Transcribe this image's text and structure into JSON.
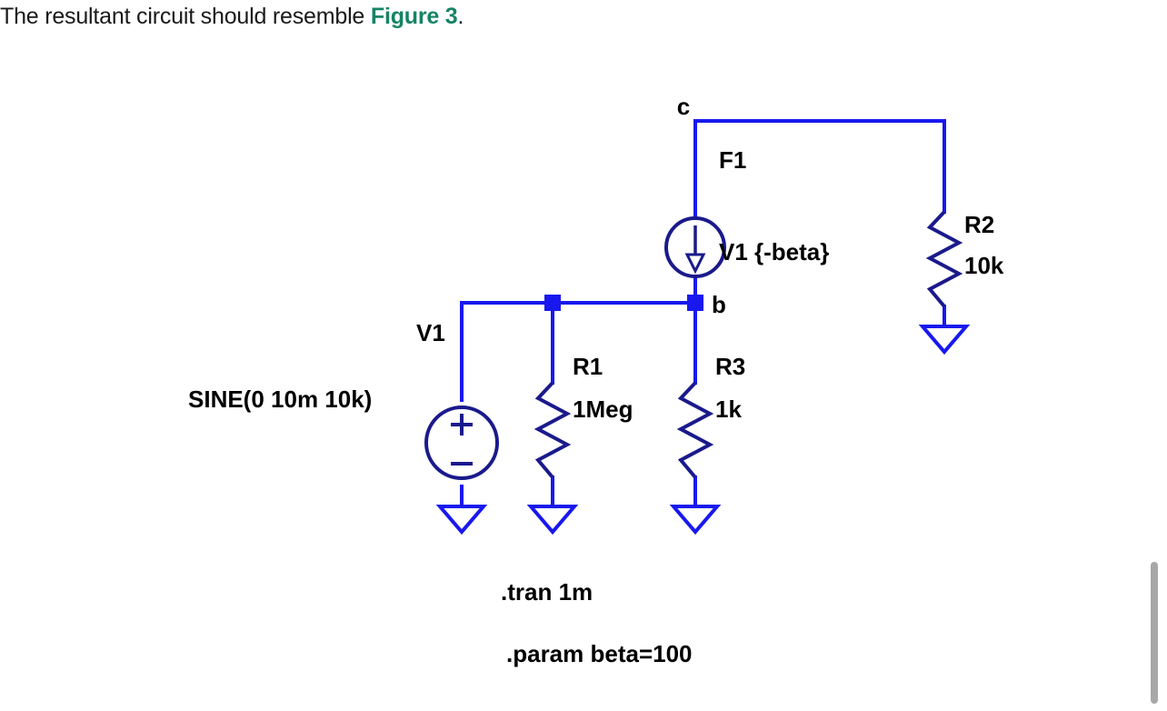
{
  "intro": {
    "before": "The resultant circuit should resemble ",
    "figure_ref": "Figure 3",
    "after": "."
  },
  "colors": {
    "wire": "#1818ee",
    "component_outline": "#1a1a8c",
    "text": "#000000",
    "figure_ref_green": "#158463",
    "scrollbar": "#a8a8a8",
    "background": "#ffffff"
  },
  "schematic": {
    "nodes": [
      {
        "name": "c",
        "label": "c"
      },
      {
        "name": "b",
        "label": "b"
      }
    ],
    "sources": [
      {
        "name": "F1",
        "ref_label": "F1",
        "value_label": "V1 {-beta}",
        "symbol": "current-source-arrow-down"
      },
      {
        "name": "V1",
        "ref_label": "V1",
        "value_label": "SINE(0 10m 10k)",
        "symbol": "voltage-source-plus-minus"
      }
    ],
    "resistors": [
      {
        "name": "R1",
        "ref_label": "R1",
        "value_label": "1Meg"
      },
      {
        "name": "R2",
        "ref_label": "R2",
        "value_label": "10k"
      },
      {
        "name": "R3",
        "ref_label": "R3",
        "value_label": "1k"
      }
    ],
    "grounds": 4,
    "directives": [
      ".tran 1m",
      ".param beta=100"
    ]
  }
}
